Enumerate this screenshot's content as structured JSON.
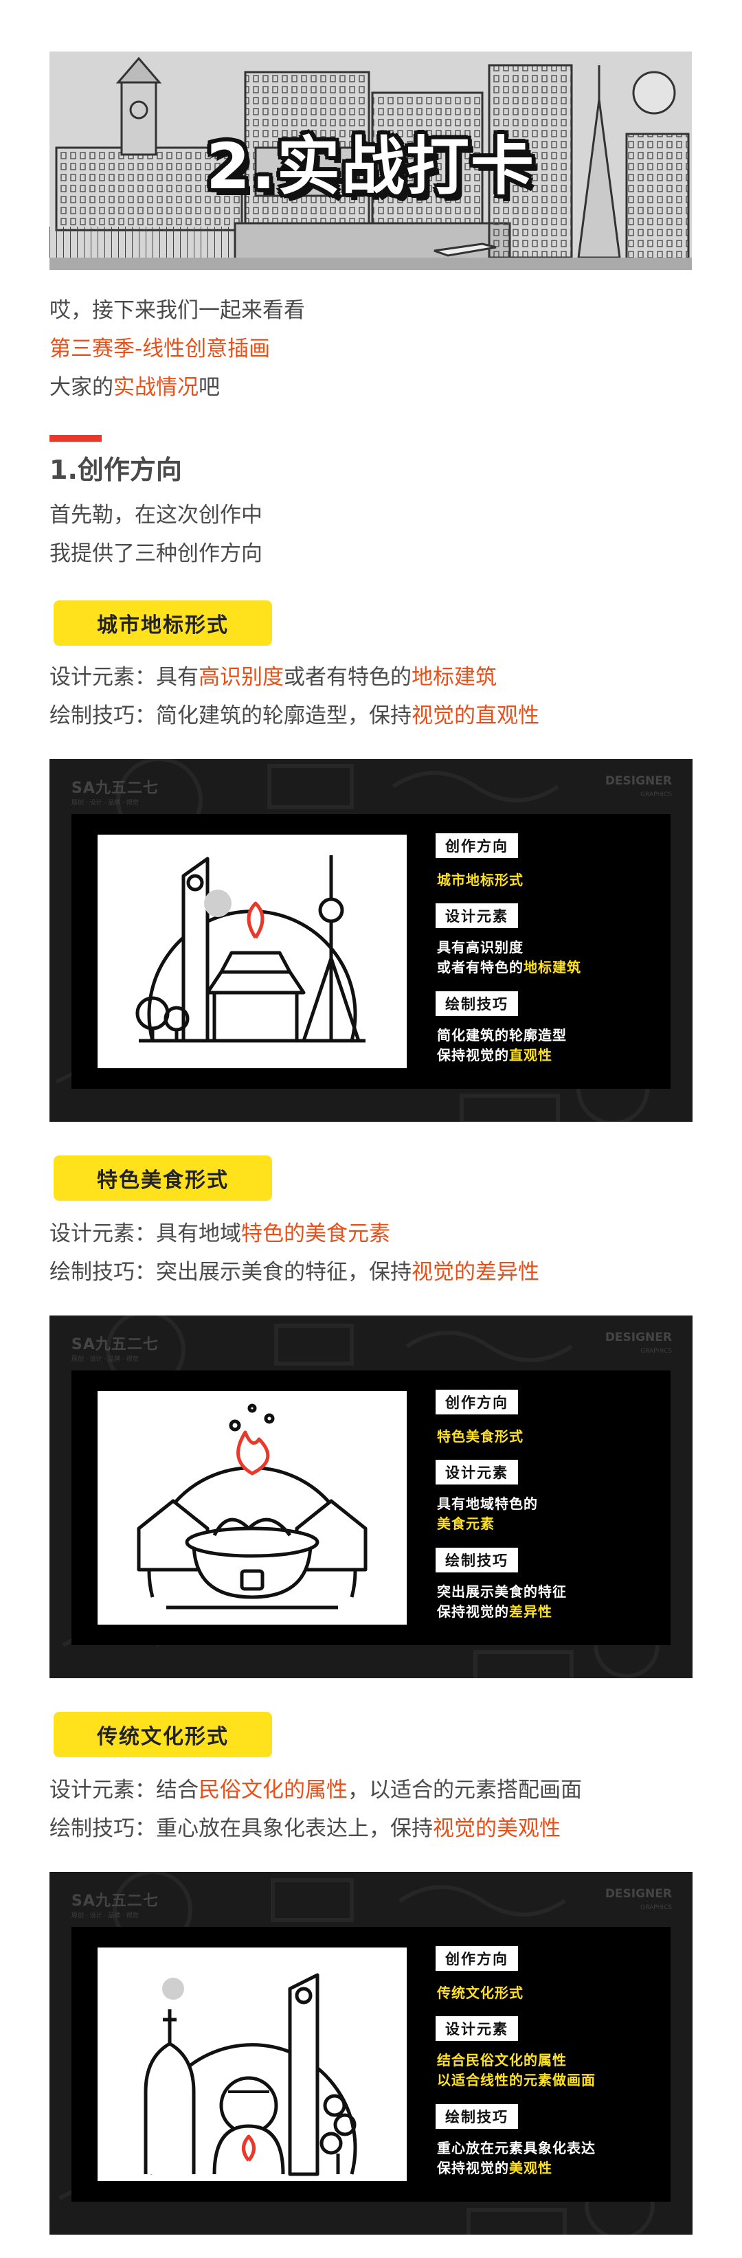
{
  "banner": {
    "title": "2.实战打卡"
  },
  "intro": {
    "line1": "哎，接下来我们一起来看看",
    "line2": "第三赛季-线性创意插画",
    "line3_a": "大家的",
    "line3_b": "实战情况",
    "line3_c": "吧"
  },
  "section": {
    "heading": "1.创作方向",
    "desc1": "首先勒，在这次创作中",
    "desc2": "我提供了三种创作方向"
  },
  "directions": [
    {
      "pill": "城市地标形式",
      "elem_prefix": "设计元素：具有",
      "elem_hl1": "高识别度",
      "elem_mid": "或者有特色的",
      "elem_hl2": "地标建筑",
      "elem_suffix": "",
      "tech_prefix": "绘制技巧：简化建筑的轮廓造型，保持",
      "tech_hl": "视觉的直观性",
      "card": {
        "brand_left": "SA九五二七",
        "brand_left_sub": "原创 · 设计 · 品牌 · 视觉",
        "brand_right1": "DESIGNER",
        "brand_right2": "GRAPHICS",
        "tag1": "创作方向",
        "value1": "城市地标形式",
        "tag2": "设计元素",
        "v2_l1": "具有高识别度",
        "v2_l2_a": "或者有特色的",
        "v2_l2_b": "地标建筑",
        "tag3": "绘制技巧",
        "v3_l1": "简化建筑的轮廓造型",
        "v3_l2_a": "保持视觉的",
        "v3_l2_b": "直观性"
      }
    },
    {
      "pill": "特色美食形式",
      "elem_prefix": "设计元素：具有地域",
      "elem_hl1": "特色的美食元素",
      "tech_prefix": "绘制技巧：突出展示美食的特征，保持",
      "tech_hl": "视觉的差异性",
      "card": {
        "brand_left": "SA九五二七",
        "brand_left_sub": "原创 · 设计 · 品牌 · 视觉",
        "brand_right1": "DESIGNER",
        "brand_right2": "GRAPHICS",
        "tag1": "创作方向",
        "value1": "特色美食形式",
        "tag2": "设计元素",
        "v2_l1": "具有地域特色的",
        "v2_l2_b": "美食元素",
        "tag3": "绘制技巧",
        "v3_l1": "突出展示美食的特征",
        "v3_l2_a": "保持视觉的",
        "v3_l2_b": "差异性"
      }
    },
    {
      "pill": "传统文化形式",
      "elem_prefix": "设计元素：结合",
      "elem_hl1": "民俗文化的属性",
      "elem_suffix": "，以适合的元素搭配画面",
      "tech_prefix": "绘制技巧：重心放在具象化表达上，保持",
      "tech_hl": "视觉的美观性",
      "card": {
        "brand_left": "SA九五二七",
        "brand_left_sub": "原创 · 设计 · 品牌 · 视觉",
        "brand_right1": "DESIGNER",
        "brand_right2": "GRAPHICS",
        "tag1": "创作方向",
        "value1": "传统文化形式",
        "tag2": "设计元素",
        "v2_l1": "结合民俗文化的属性",
        "v2_l2": "以适合线性的元素做画面",
        "tag3": "绘制技巧",
        "v3_l1": "重心放在元素具象化表达",
        "v3_l2_a": "保持视觉的",
        "v3_l2_b": "美观性"
      }
    }
  ],
  "colors": {
    "accent_orange": "#e8501a",
    "accent_red": "#e8392b",
    "pill_yellow": "#ffe21c",
    "card_dark": "#1b1b1b"
  }
}
